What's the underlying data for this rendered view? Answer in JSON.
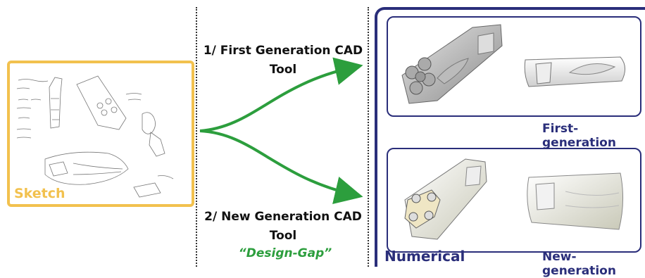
{
  "sketch": {
    "label": "Sketch"
  },
  "steps": {
    "first": {
      "line1": "1/ First Generation CAD",
      "line2": "Tool"
    },
    "second": {
      "line1": "2/ New Generation CAD",
      "line2": "Tool"
    }
  },
  "design_gap": "“Design-Gap”",
  "numerical": {
    "label": "Numerical",
    "first_caption": "First-generation",
    "new_caption": "New-generation"
  },
  "colors": {
    "sketch_border": "#f2c14e",
    "arrow": "#2c9e3d",
    "frame": "#2a2e7a"
  }
}
